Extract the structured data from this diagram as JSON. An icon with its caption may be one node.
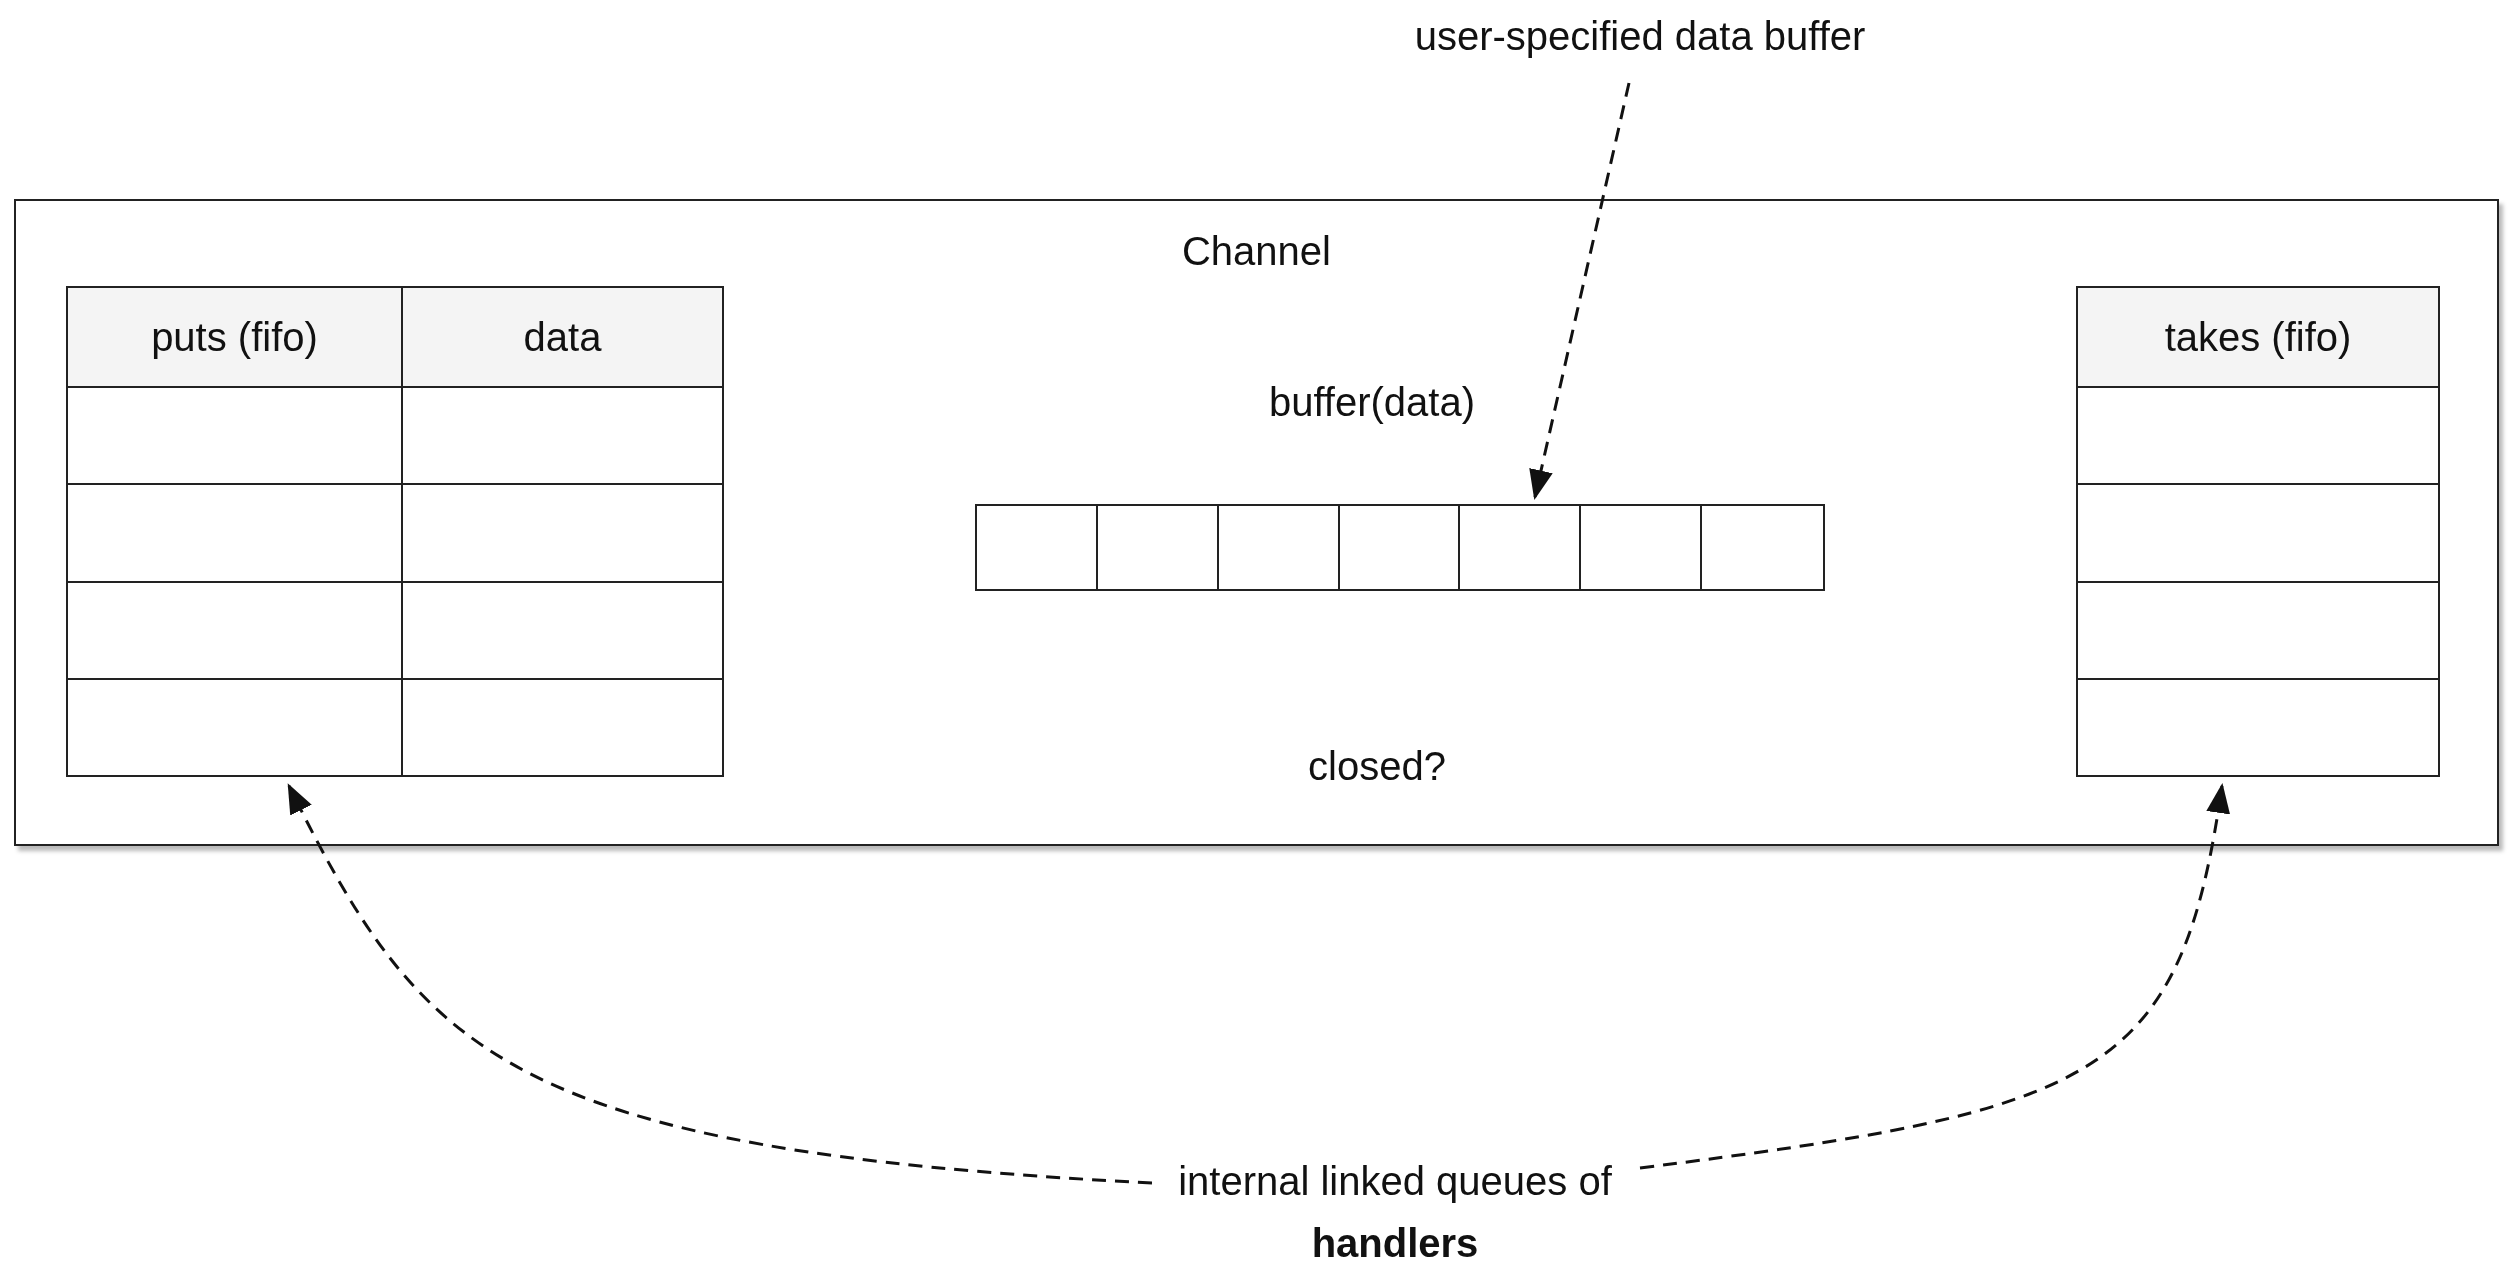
{
  "diagram": {
    "nodes": [
      {
        "text": [
          "Channel"
        ]
      },
      {
        "text": [
          "puts (fifo)",
          "data"
        ],
        "in": 0
      },
      {
        "text": [],
        "shape": "box",
        "in": 0
      },
      {
        "text": [
          "takes (fifo)"
        ],
        "in": 0
      },
      {
        "text": [
          "user-specified data buffer"
        ]
      },
      {
        "text": [
          "internal linked queues of **handlers**"
        ]
      }
    ],
    "edges": [
      {
        "from": 4,
        "to": 2,
        "arrow": "to",
        "style": "dashed"
      },
      {
        "from": 5,
        "to": 1,
        "arrow": "to",
        "style": "dashed"
      },
      {
        "from": 5,
        "to": 3,
        "arrow": "to",
        "style": "dashed"
      }
    ],
    "labels": [
      "buffer(data)",
      "closed?"
    ]
  }
}
